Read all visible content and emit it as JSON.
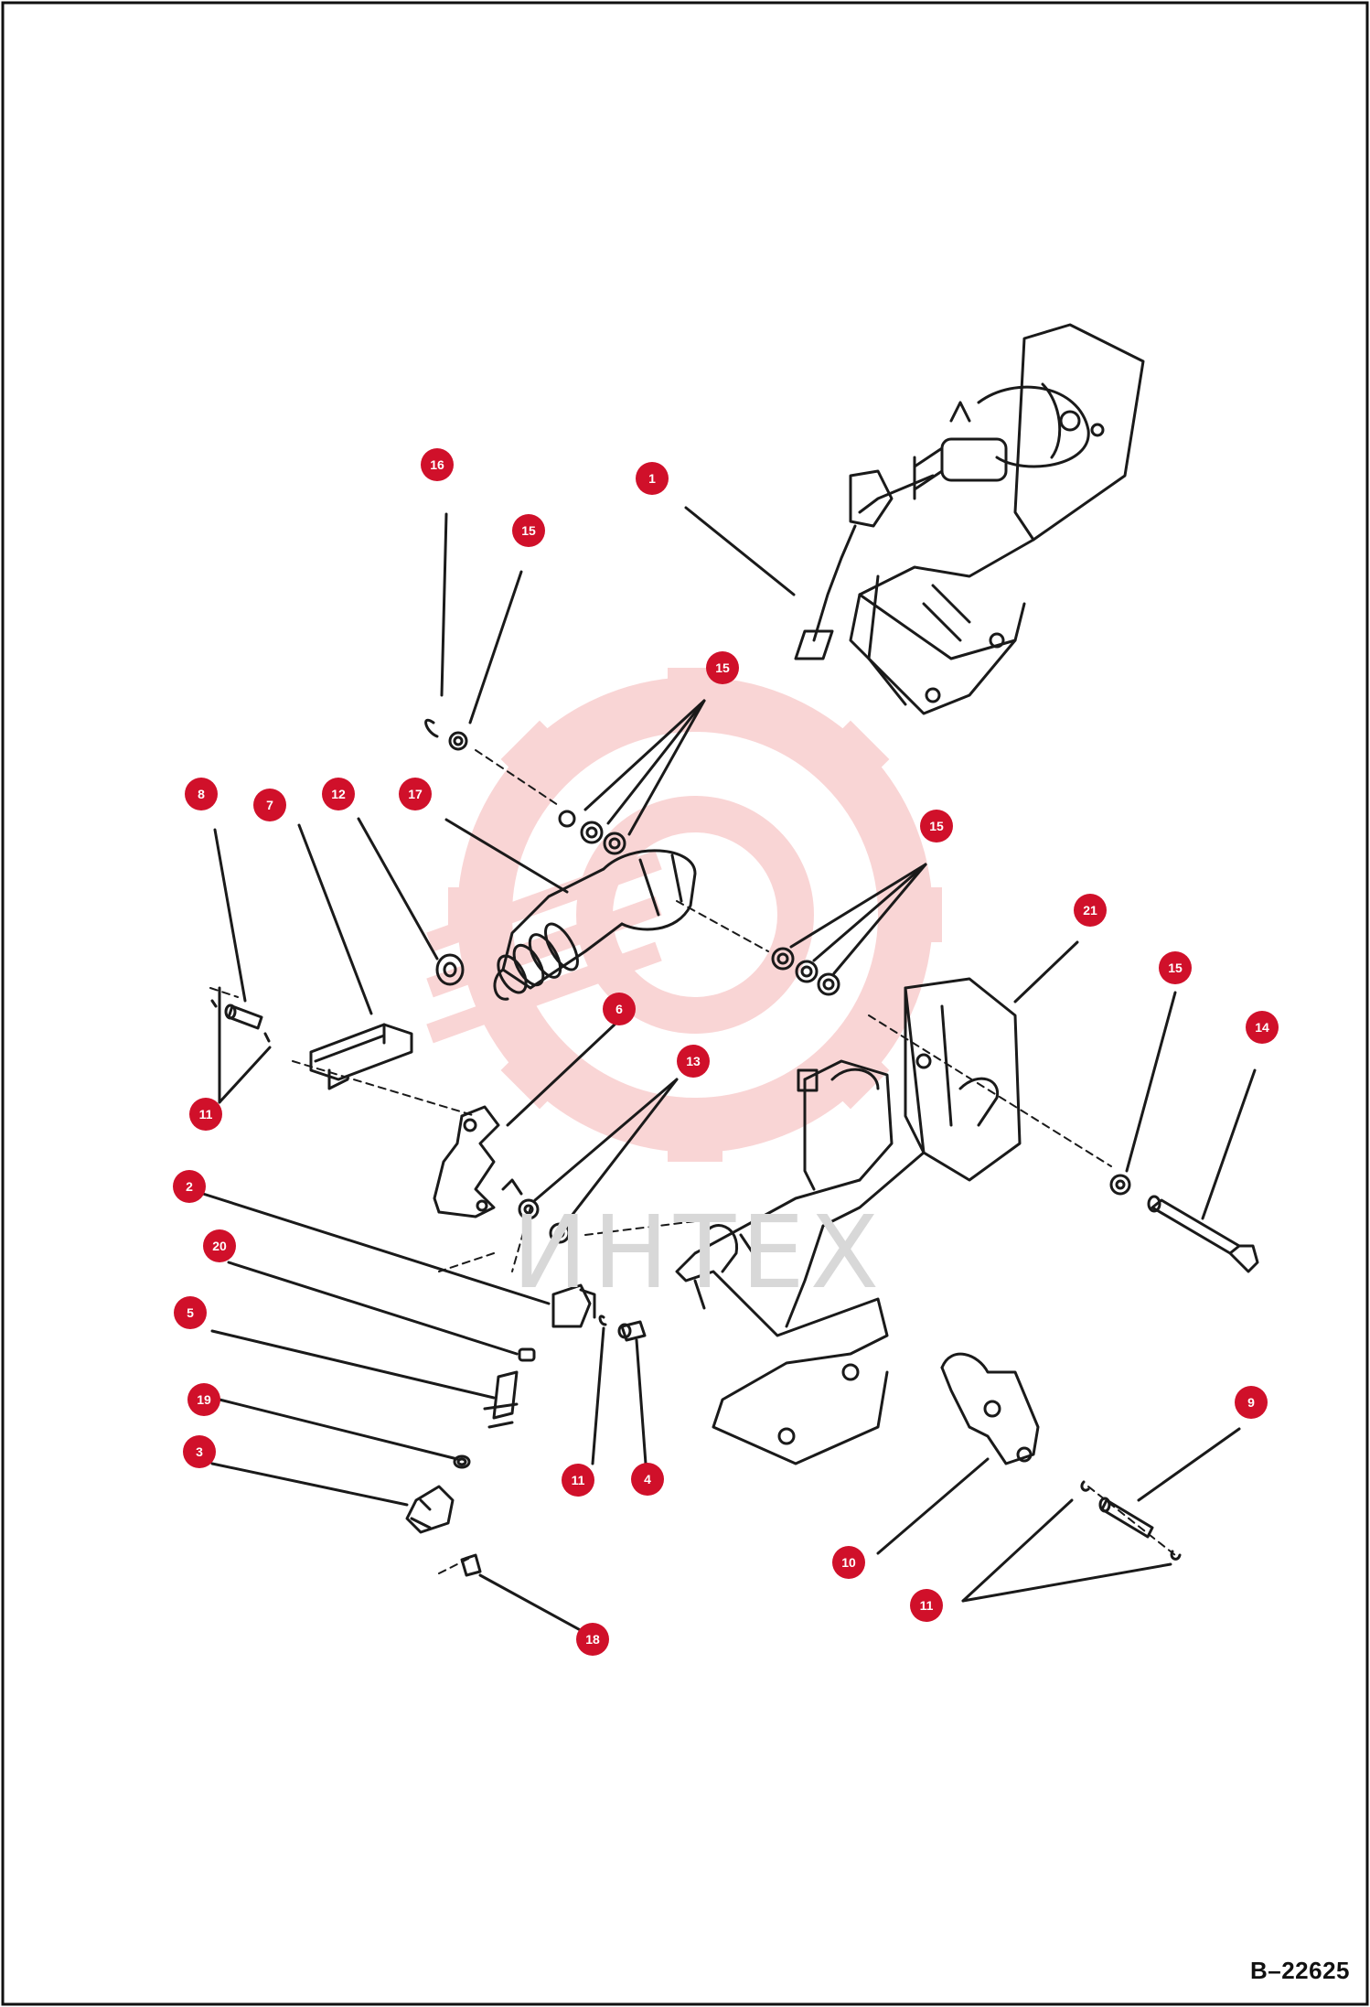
{
  "diagram": {
    "id_label": "B–22625",
    "watermark_text": "ИНТЕХ",
    "callouts": [
      {
        "label": "1"
      },
      {
        "label": "2"
      },
      {
        "label": "3"
      },
      {
        "label": "4"
      },
      {
        "label": "5"
      },
      {
        "label": "6"
      },
      {
        "label": "7"
      },
      {
        "label": "8"
      },
      {
        "label": "9"
      },
      {
        "label": "10"
      },
      {
        "label": "11"
      },
      {
        "label": "11"
      },
      {
        "label": "11"
      },
      {
        "label": "12"
      },
      {
        "label": "13"
      },
      {
        "label": "14"
      },
      {
        "label": "15"
      },
      {
        "label": "15"
      },
      {
        "label": "15"
      },
      {
        "label": "15"
      },
      {
        "label": "16"
      },
      {
        "label": "17"
      },
      {
        "label": "18"
      },
      {
        "label": "19"
      },
      {
        "label": "20"
      },
      {
        "label": "21"
      }
    ],
    "colors": {
      "callout_fill": "#d0102a",
      "line_art": "#1a1a1a",
      "watermark": "#f3b3b3"
    }
  }
}
